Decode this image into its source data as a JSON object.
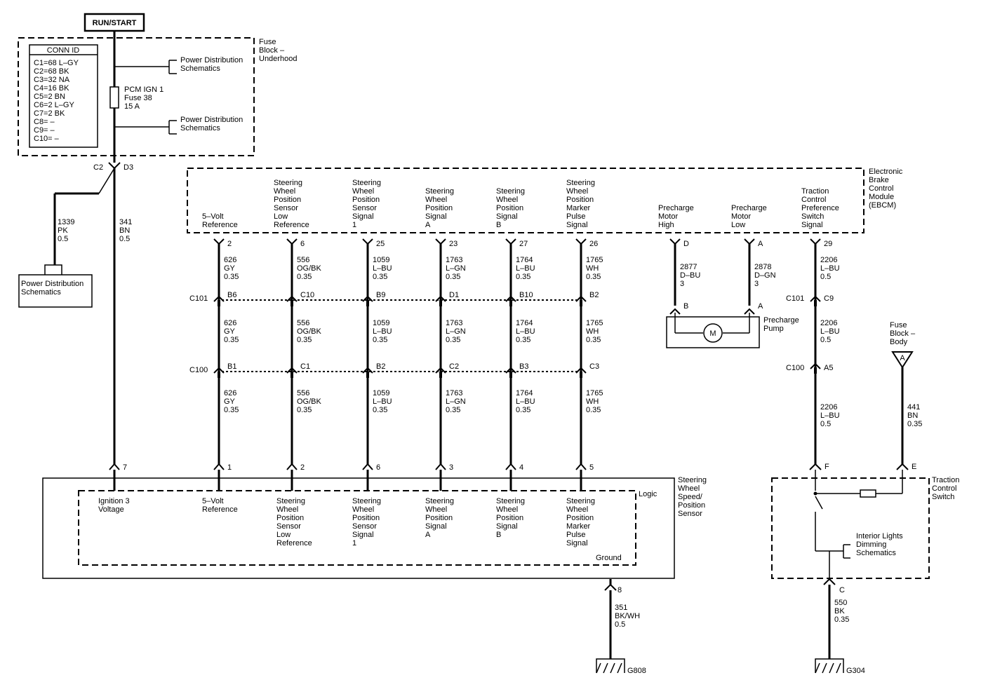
{
  "power": {
    "run_start": "RUN/START"
  },
  "fuse_block": {
    "title": [
      "Fuse",
      "Block –",
      "Underhood"
    ],
    "conn_id": {
      "header": "CONN ID",
      "rows": [
        "C1=68 L–GY",
        "C2=68 BK",
        "C3=32 NA",
        "C4=16 BK",
        "C5=2 BN",
        "C6=2 L–GY",
        "C7=2 BK",
        "C8= –",
        "C9= –",
        "C10= –"
      ]
    },
    "fuse_label": [
      "PCM IGN 1",
      "Fuse 38",
      "15 A"
    ],
    "power_dist_top": [
      "Power Distribution",
      "Schematics"
    ],
    "power_dist_bottom": [
      "Power Distribution",
      "Schematics"
    ],
    "pin_c2": "C2",
    "pin_d3": "D3"
  },
  "left_branch": {
    "wire": [
      "1339",
      "PK",
      "0.5"
    ],
    "power_dist": [
      "Power Distribution",
      "Schematics"
    ]
  },
  "main_feed_wire": [
    "341",
    "BN",
    "0.5"
  ],
  "ebcm": {
    "title": [
      "Electronic",
      "Brake",
      "Control",
      "Module",
      "(EBCM)"
    ],
    "signals": [
      {
        "label": [
          "5–Volt",
          "Reference"
        ],
        "pin": "2",
        "w1": [
          "626",
          "GY",
          "0.35"
        ],
        "c101": "B6",
        "w2": [
          "626",
          "GY",
          "0.35"
        ],
        "c100": "B1",
        "w3": [
          "626",
          "GY",
          "0.35"
        ]
      },
      {
        "label": [
          "Steering",
          "Wheel",
          "Position",
          "Sensor",
          "Low",
          "Reference"
        ],
        "pin": "6",
        "w1": [
          "556",
          "OG/BK",
          "0.35"
        ],
        "c101": "C10",
        "w2": [
          "556",
          "OG/BK",
          "0.35"
        ],
        "c100": "C1",
        "w3": [
          "556",
          "OG/BK",
          "0.35"
        ]
      },
      {
        "label": [
          "Steering",
          "Wheel",
          "Position",
          "Sensor",
          "Signal",
          "1"
        ],
        "pin": "25",
        "w1": [
          "1059",
          "L–BU",
          "0.35"
        ],
        "c101": "B9",
        "w2": [
          "1059",
          "L–BU",
          "0.35"
        ],
        "c100": "B2",
        "w3": [
          "1059",
          "L–BU",
          "0.35"
        ]
      },
      {
        "label": [
          "Steering",
          "Wheel",
          "Position",
          "Signal",
          "A"
        ],
        "pin": "23",
        "w1": [
          "1763",
          "L–GN",
          "0.35"
        ],
        "c101": "D1",
        "w2": [
          "1763",
          "L–GN",
          "0.35"
        ],
        "c100": "C2",
        "w3": [
          "1763",
          "L–GN",
          "0.35"
        ]
      },
      {
        "label": [
          "Steering",
          "Wheel",
          "Position",
          "Signal",
          "B"
        ],
        "pin": "27",
        "w1": [
          "1764",
          "L–BU",
          "0.35"
        ],
        "c101": "B10",
        "w2": [
          "1764",
          "L–BU",
          "0.35"
        ],
        "c100": "B3",
        "w3": [
          "1764",
          "L–BU",
          "0.35"
        ]
      },
      {
        "label": [
          "Steering",
          "Wheel",
          "Position",
          "Marker",
          "Pulse",
          "Signal"
        ],
        "pin": "26",
        "w1": [
          "1765",
          "WH",
          "0.35"
        ],
        "c101": "B2",
        "w2": [
          "1765",
          "WH",
          "0.35"
        ],
        "c100": "C3",
        "w3": [
          "1765",
          "WH",
          "0.35"
        ]
      }
    ],
    "precharge_high": {
      "label": [
        "Precharge",
        "Motor",
        "High"
      ],
      "pin": "D",
      "wire": [
        "2877",
        "D–BU",
        "3"
      ],
      "pump_pin": "B"
    },
    "precharge_low": {
      "label": [
        "Precharge",
        "Motor",
        "Low"
      ],
      "pin": "A",
      "wire": [
        "2878",
        "D–GN",
        "3"
      ],
      "pump_pin": "A"
    },
    "pump": {
      "label": [
        "Precharge",
        "Pump"
      ],
      "motor": "M"
    },
    "traction": {
      "label": [
        "Traction",
        "Control",
        "Preference",
        "Switch",
        "Signal"
      ],
      "pin": "29",
      "w1": [
        "2206",
        "L–BU",
        "0.5"
      ],
      "c101": "C9",
      "w2": [
        "2206",
        "L–BU",
        "0.5"
      ],
      "c100": "A5",
      "w3": [
        "2206",
        "L–BU",
        "0.5"
      ]
    }
  },
  "connectors": {
    "c101": "C101",
    "c100": "C100"
  },
  "sensor": {
    "title": [
      "Steering",
      "Wheel",
      "Speed/",
      "Position",
      "Sensor"
    ],
    "logic": "Logic",
    "ground": "Ground",
    "pins": [
      "7",
      "1",
      "2",
      "6",
      "3",
      "4",
      "5"
    ],
    "labels": [
      [
        "Ignition 3",
        "Voltage"
      ],
      [
        "5–Volt",
        "Reference"
      ],
      [
        "Steering",
        "Wheel",
        "Position",
        "Sensor",
        "Low",
        "Reference"
      ],
      [
        "Steering",
        "Wheel",
        "Position",
        "Sensor",
        "Signal",
        "1"
      ],
      [
        "Steering",
        "Wheel",
        "Position",
        "Signal",
        "A"
      ],
      [
        "Steering",
        "Wheel",
        "Position",
        "Signal",
        "B"
      ],
      [
        "Steering",
        "Wheel",
        "Position",
        "Marker",
        "Pulse",
        "Signal"
      ]
    ],
    "ground_pin": "8",
    "ground_wire": [
      "351",
      "BK/WH",
      "0.5"
    ],
    "ground_id": "G808"
  },
  "fuse_body": {
    "label": [
      "Fuse",
      "Block –",
      "Body"
    ],
    "tag": "A",
    "wire": [
      "441",
      "BN",
      "0.35"
    ]
  },
  "tcs_switch": {
    "title": [
      "Traction",
      "Control",
      "Switch"
    ],
    "pin_f": "F",
    "pin_e": "E",
    "pin_c": "C",
    "dimming": [
      "Interior Lights",
      "Dimming",
      "Schematics"
    ],
    "ground_wire": [
      "550",
      "BK",
      "0.35"
    ],
    "ground_id": "G304"
  }
}
